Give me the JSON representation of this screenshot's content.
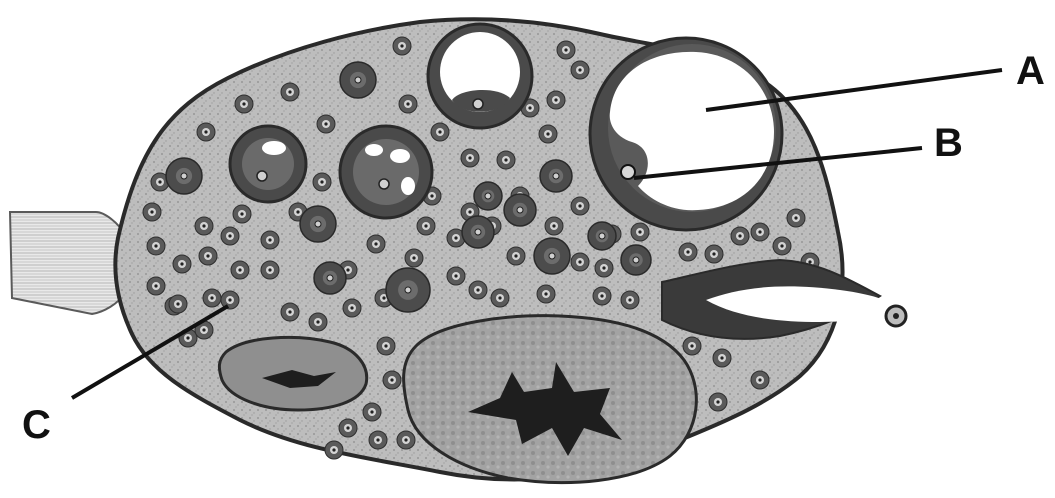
{
  "labels": {
    "a": "A",
    "b": "B",
    "c": "C"
  },
  "colors": {
    "background": "#ffffff",
    "stroma": "#b9b9b9",
    "outline": "#2a2a2a",
    "follicle_dark": "#4a4a4a",
    "antrum": "#ffffff",
    "corpus": "#8a8a8a",
    "label_line": "#111111"
  }
}
